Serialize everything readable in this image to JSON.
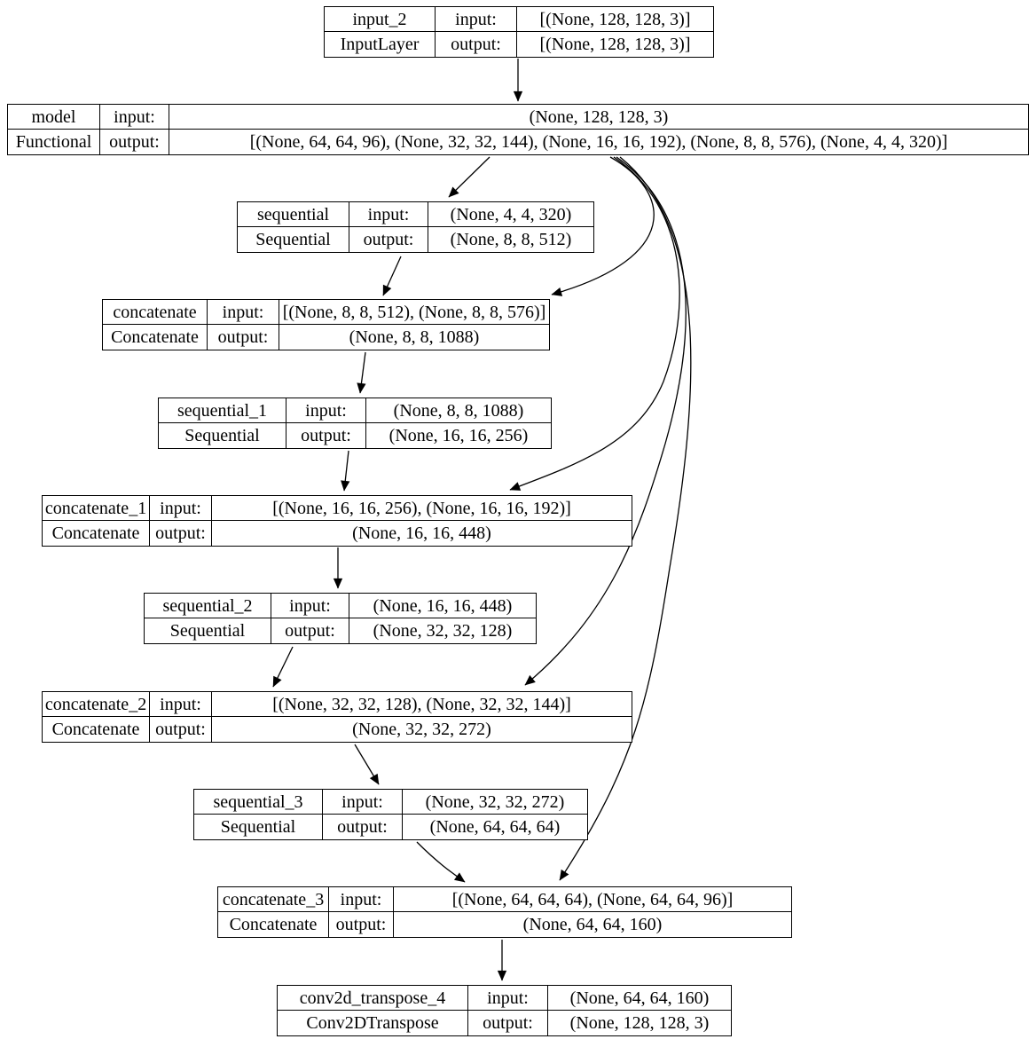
{
  "labels": {
    "input": "input:",
    "output": "output:"
  },
  "colors": {
    "stroke": "#000000",
    "background": "#ffffff",
    "text": "#000000"
  },
  "nodes": [
    {
      "name": "input_2",
      "type": "InputLayer",
      "input_value": "[(None, 128, 128, 3)]",
      "output_value": "[(None, 128, 128, 3)]"
    },
    {
      "name": "model",
      "type": "Functional",
      "input_value": "(None, 128, 128, 3)",
      "output_value": "[(None, 64, 64, 96), (None, 32, 32, 144), (None, 16, 16, 192), (None, 8, 8, 576), (None, 4, 4, 320)]"
    },
    {
      "name": "sequential",
      "type": "Sequential",
      "input_value": "(None, 4, 4, 320)",
      "output_value": "(None, 8, 8, 512)"
    },
    {
      "name": "concatenate",
      "type": "Concatenate",
      "input_value": "[(None, 8, 8, 512), (None, 8, 8, 576)]",
      "output_value": "(None, 8, 8, 1088)"
    },
    {
      "name": "sequential_1",
      "type": "Sequential",
      "input_value": "(None, 8, 8, 1088)",
      "output_value": "(None, 16, 16, 256)"
    },
    {
      "name": "concatenate_1",
      "type": "Concatenate",
      "input_value": "[(None, 16, 16, 256), (None, 16, 16, 192)]",
      "output_value": "(None, 16, 16, 448)"
    },
    {
      "name": "sequential_2",
      "type": "Sequential",
      "input_value": "(None, 16, 16, 448)",
      "output_value": "(None, 32, 32, 128)"
    },
    {
      "name": "concatenate_2",
      "type": "Concatenate",
      "input_value": "[(None, 32, 32, 128), (None, 32, 32, 144)]",
      "output_value": "(None, 32, 32, 272)"
    },
    {
      "name": "sequential_3",
      "type": "Sequential",
      "input_value": "(None, 32, 32, 272)",
      "output_value": "(None, 64, 64, 64)"
    },
    {
      "name": "concatenate_3",
      "type": "Concatenate",
      "input_value": "[(None, 64, 64, 64), (None, 64, 64, 96)]",
      "output_value": "(None, 64, 64, 160)"
    },
    {
      "name": "conv2d_transpose_4",
      "type": "Conv2DTranspose",
      "input_value": "(None, 64, 64, 160)",
      "output_value": "(None, 128, 128, 3)"
    }
  ]
}
